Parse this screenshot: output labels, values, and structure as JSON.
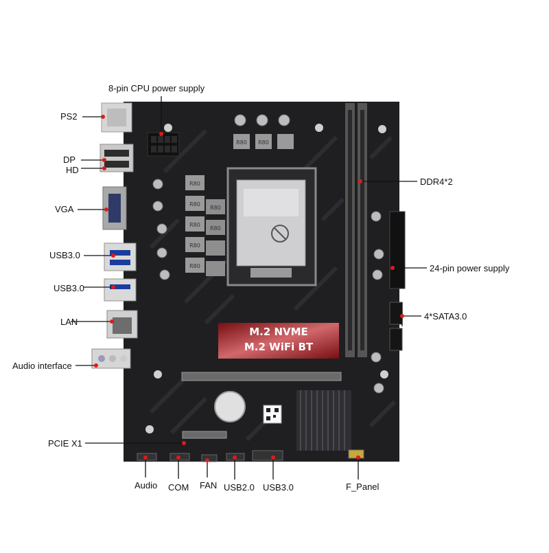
{
  "photo": {
    "subject": "motherboard",
    "callout_color": "#e01a1a",
    "board_color": "#1f1f22",
    "banner_color": "#b8161c"
  },
  "banner": {
    "line1": "M.2 NVME",
    "line2": "M.2 WiFi BT"
  },
  "labels": {
    "cpu_power": "8-pin CPU power supply",
    "ps2": "PS2",
    "dp": "DP",
    "hd": "HD",
    "vga": "VGA",
    "usb30_top": "USB3.0",
    "usb30_mid": "USB3.0",
    "lan": "LAN",
    "audio_interface": "Audio interface",
    "pcie_x1": "PCIE X1",
    "ddr4": "DDR4*2",
    "atx24": "24-pin power supply",
    "sata": "4*SATA3.0",
    "audio": "Audio",
    "com": "COM",
    "fan": "FAN",
    "usb20": "USB2.0",
    "usb30_bottom": "USB3.0",
    "f_panel": "F_Panel"
  },
  "chip_marks": [
    "R80",
    "R80",
    "R80",
    "R80",
    "R80",
    "R80",
    "R80",
    "R80",
    "R80"
  ]
}
